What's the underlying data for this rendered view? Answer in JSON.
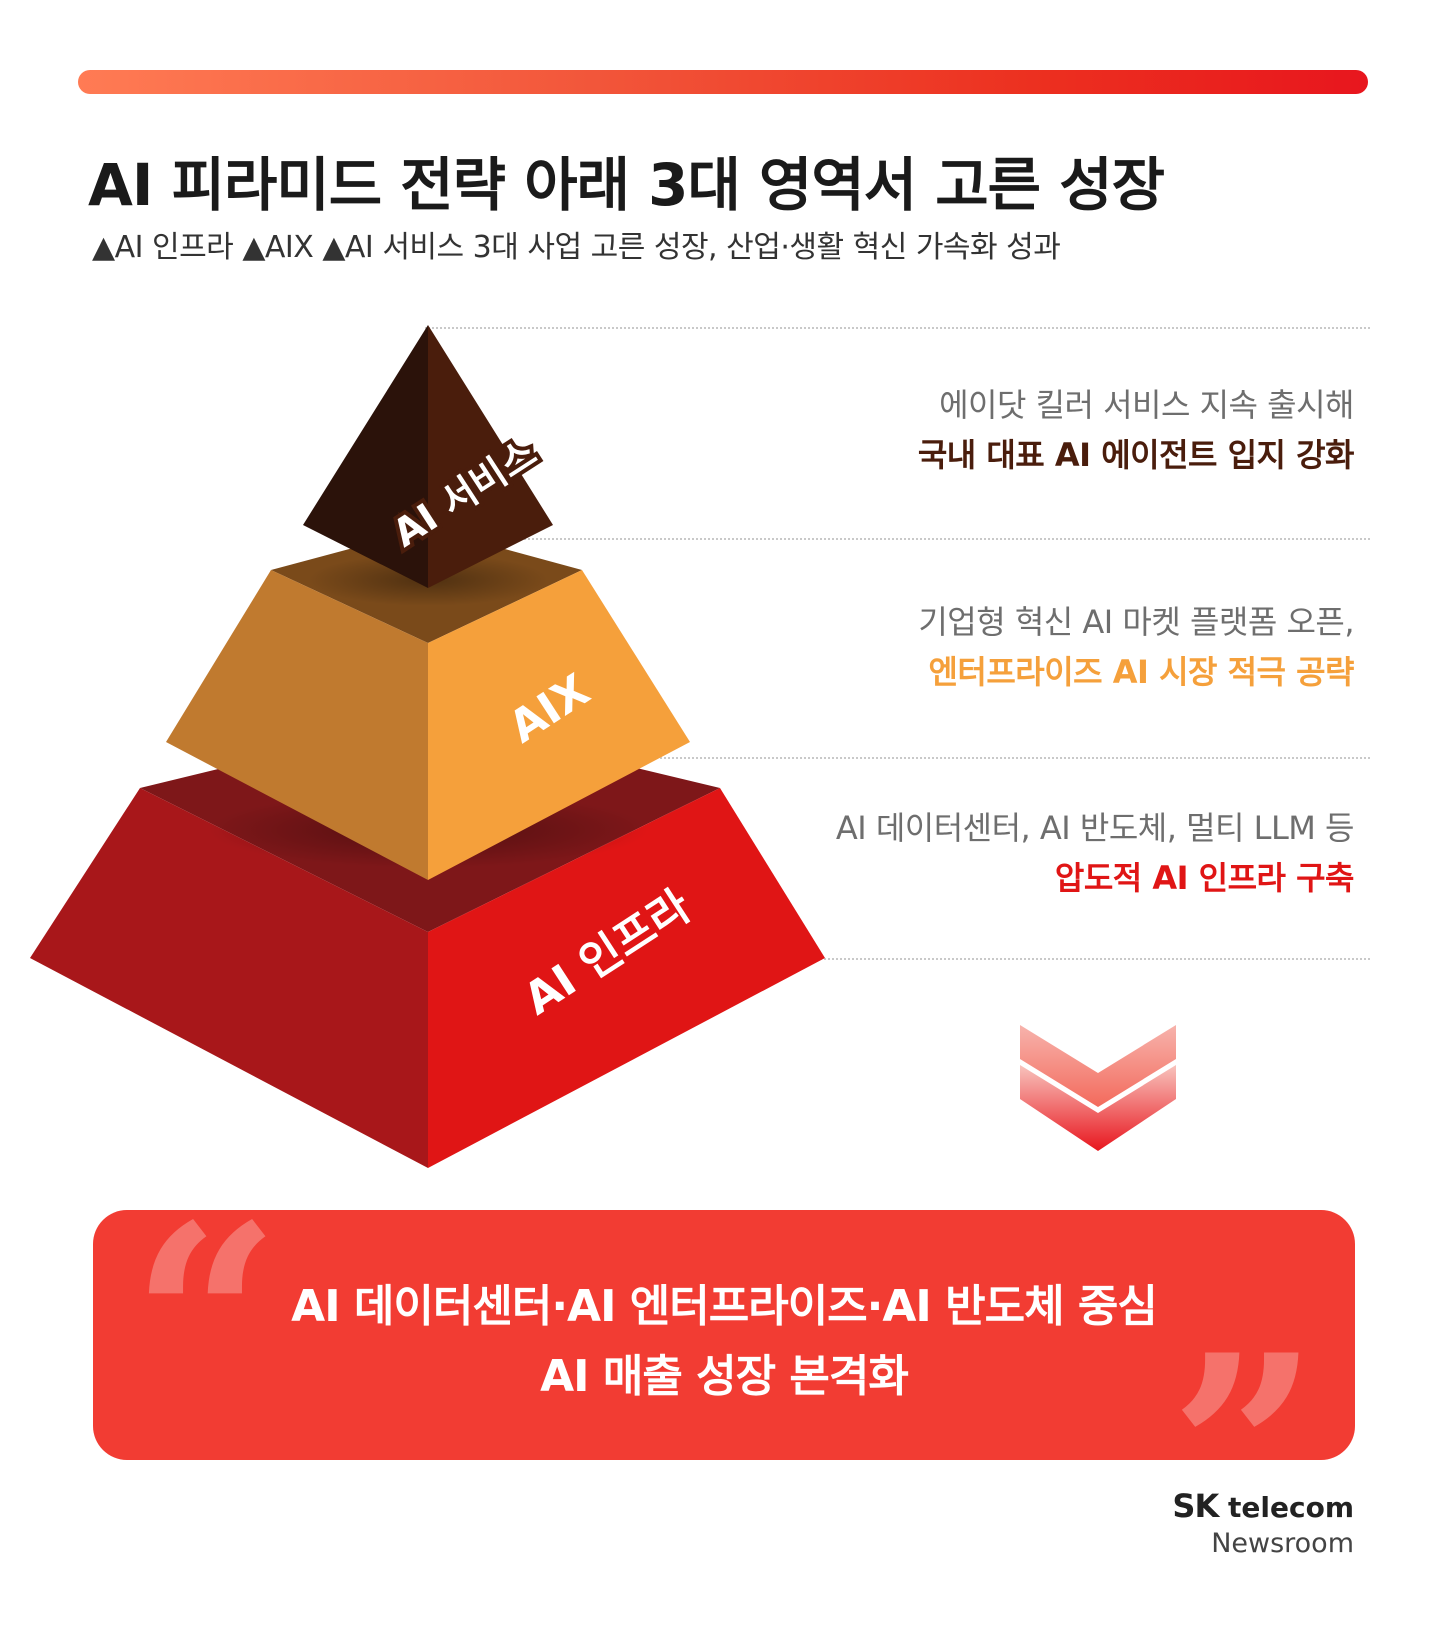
{
  "title": "AI 피라미드 전략 아래 3대 영역서 고른 성장",
  "subtitle": "▲AI 인프라 ▲AIX ▲AI 서비스 3대 사업 고른 성장, 산업·생활 혁신 가속화 성과",
  "pyramid": {
    "levels": [
      {
        "label": "AI 서비스",
        "desc_line1": "에이닷 킬러 서비스 지속 출시해",
        "desc_line2": "국내 대표 AI 에이전트 입지 강화",
        "color": "#4a1d0c"
      },
      {
        "label": "AIX",
        "desc_line1": "기업형 혁신 AI 마켓 플랫폼 오픈,",
        "desc_line2": "엔터프라이즈 AI 시장 적극 공략",
        "color": "#f5a03b"
      },
      {
        "label": "AI 인프라",
        "desc_line1": "AI 데이터센터, AI 반도체, 멀티 LLM 등",
        "desc_line2": "압도적 AI 인프라 구축",
        "color": "#e01515"
      }
    ]
  },
  "quote": {
    "line1": "AI 데이터센터·AI 엔터프라이즈·AI 반도체 중심",
    "line2": "AI 매출 성장 본격화",
    "open_mark": "“",
    "close_mark": "”",
    "bg_color": "#f23c33"
  },
  "logo": {
    "brand_sk": "SK",
    "brand_rest": "telecom",
    "newsroom": "Newsroom"
  }
}
